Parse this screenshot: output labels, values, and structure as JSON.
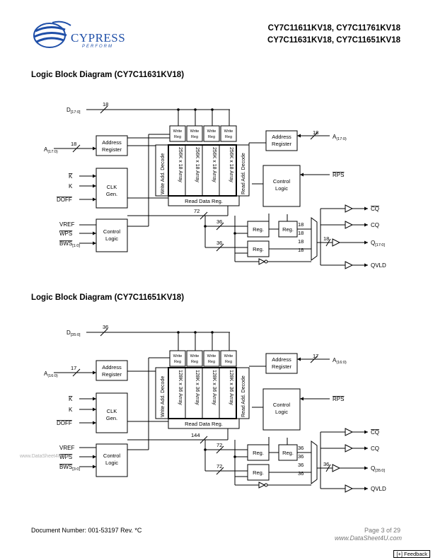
{
  "header": {
    "logo_name": "CYPRESS",
    "logo_tagline": "PERFORM",
    "parts_line1": "CY7C11611KV18, CY7C11761KV18",
    "parts_line2": "CY7C11631KV18, CY7C11651KV18"
  },
  "diagram1": {
    "title": "Logic Block Diagram (CY7C11631KV18)",
    "d_label": "D",
    "d_sub": "[17:0]",
    "d_width": "18",
    "a_label": "A",
    "a_sub": "(17:0)",
    "a_width": "18",
    "a_right_label": "A",
    "a_right_sub": "(17:0)",
    "a_right_width": "18",
    "address_register": [
      "Address",
      "Register"
    ],
    "clk_gen": [
      "CLK",
      "Gen."
    ],
    "control_logic": [
      "Control",
      "Logic"
    ],
    "write_reg": [
      "Write",
      "Reg"
    ],
    "array_label": "256K x 18 Array",
    "write_decode": "Write Add. Decode",
    "read_decode": "Read Add. Decode",
    "read_data_reg": "Read Data Reg.",
    "reg_label": "Reg.",
    "bus_72": "72",
    "bus_36a": "36",
    "bus_36b": "36",
    "bus_18s": [
      "18",
      "18",
      "18",
      "18"
    ],
    "bus_out": "18",
    "inputs": [
      "K",
      "K",
      "DOFF",
      "VREF",
      "WPS",
      "BWS"
    ],
    "bws_sub": "[1:0]",
    "rps": "RPS",
    "outputs": [
      "CQ",
      "CQ",
      "Q",
      "QVLD"
    ],
    "q_sub": "[17:0]"
  },
  "diagram2": {
    "title": "Logic Block Diagram (CY7C11651KV18)",
    "d_label": "D",
    "d_sub": "[35:0]",
    "d_width": "36",
    "a_label": "A",
    "a_sub": "(16:0)",
    "a_width": "17",
    "a_right_label": "A",
    "a_right_sub": "(16:0)",
    "a_right_width": "17",
    "address_register": [
      "Address",
      "Register"
    ],
    "clk_gen": [
      "CLK",
      "Gen."
    ],
    "control_logic": [
      "Control",
      "Logic"
    ],
    "write_reg": [
      "Write",
      "Reg"
    ],
    "array_label": "128K x 36 Array",
    "write_decode": "Write Add. Decode",
    "read_decode": "Read Add. Decode",
    "read_data_reg": "Read Data Reg.",
    "reg_label": "Reg.",
    "bus_144": "144",
    "bus_72a": "72",
    "bus_72b": "72",
    "bus_36s": [
      "36",
      "36",
      "36",
      "36"
    ],
    "bus_out": "36",
    "inputs": [
      "K",
      "K",
      "DOFF",
      "VREF",
      "WPS",
      "BWS"
    ],
    "bws_sub": "[3:0]",
    "rps": "RPS",
    "outputs": [
      "CQ",
      "CQ",
      "Q",
      "QVLD"
    ],
    "q_sub": "[35:0]"
  },
  "footer": {
    "doc_number": "Document Number: 001-53197 Rev. *C",
    "page": "Page 3 of 29",
    "watermark": "www.DataSheet4U.com",
    "watermark_left": "www.DataSheet4U.com",
    "feedback": "[+] Feedback"
  }
}
